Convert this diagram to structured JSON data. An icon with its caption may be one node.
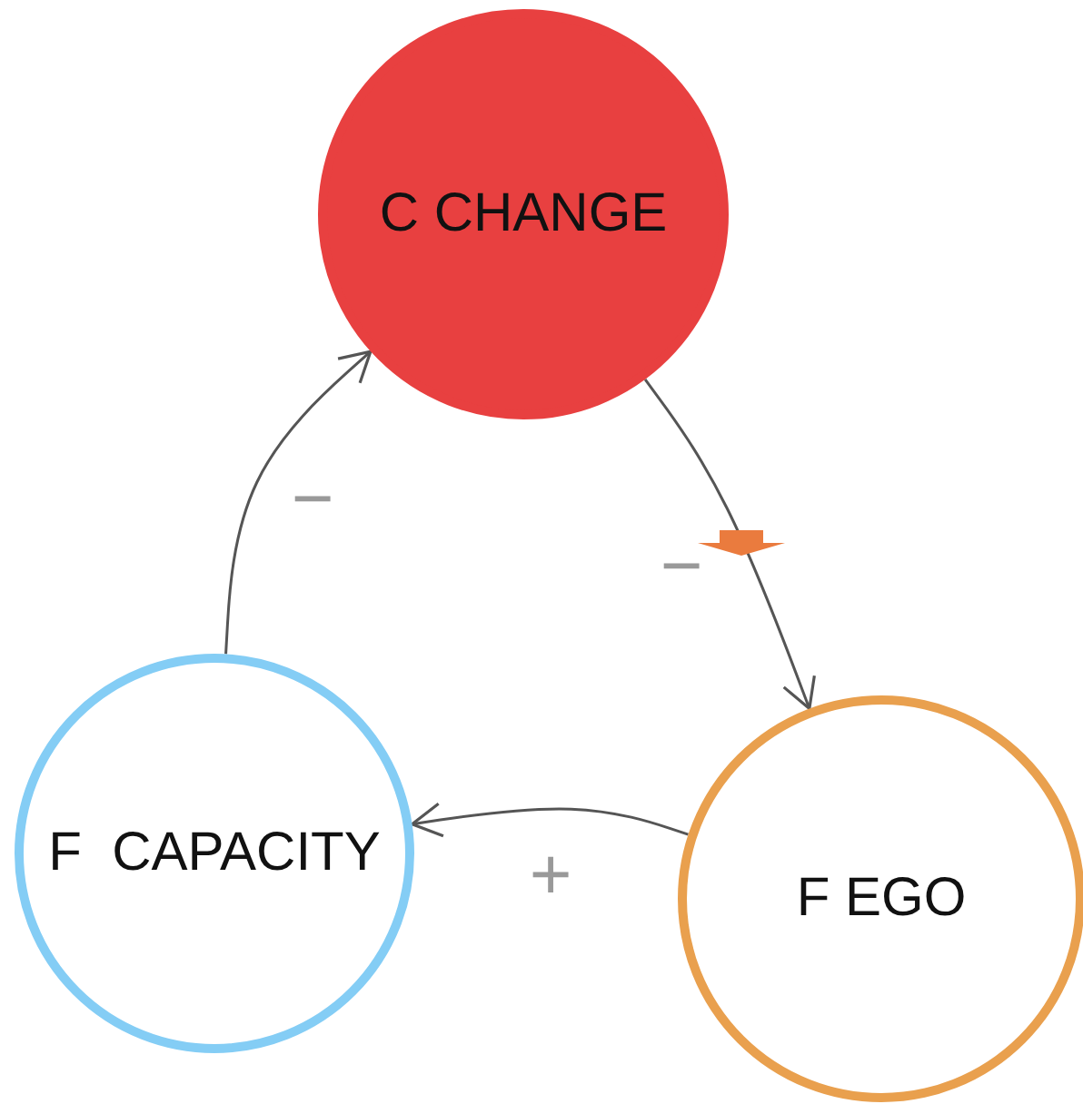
{
  "diagram": {
    "nodes": [
      {
        "text": [
          "C CHANGE"
        ]
      },
      {
        "text": [
          "F  CAPACITY"
        ]
      },
      {
        "text": [
          "F EGO"
        ]
      }
    ],
    "edges": [
      {
        "from": 0,
        "to": 2,
        "arrow": "to",
        "label": "−"
      },
      {
        "from": 2,
        "to": 1,
        "arrow": "to",
        "label": "+"
      },
      {
        "from": 1,
        "to": 0,
        "arrow": "to",
        "label": "−"
      }
    ]
  }
}
